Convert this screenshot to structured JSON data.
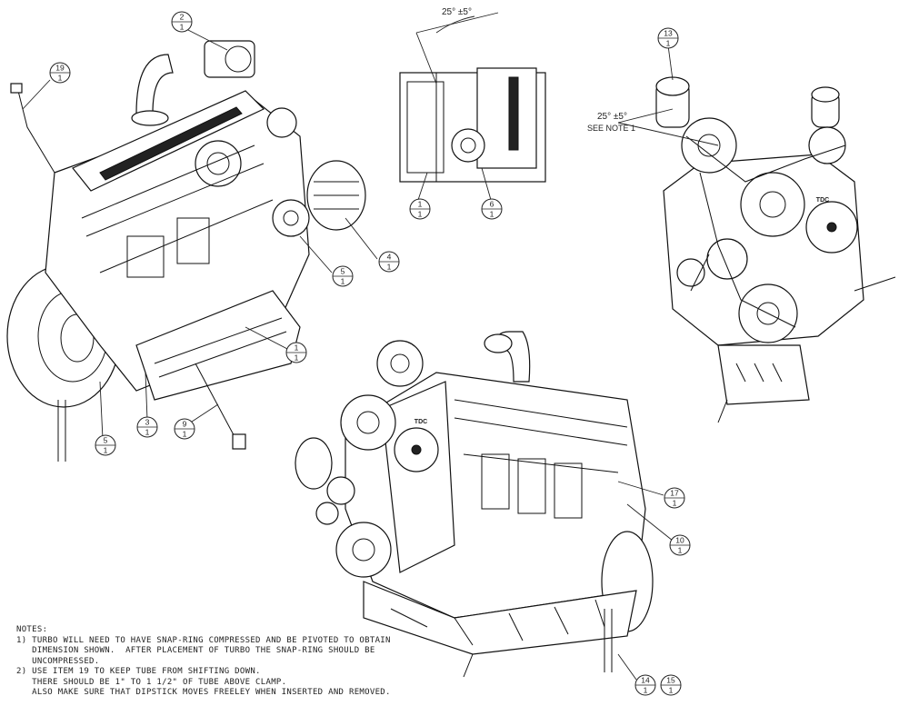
{
  "balloons": [
    {
      "id": "b2",
      "item": "2",
      "qty": "1"
    },
    {
      "id": "b19",
      "item": "19",
      "qty": "1"
    },
    {
      "id": "b4",
      "item": "4",
      "qty": "1"
    },
    {
      "id": "b5a",
      "item": "5",
      "qty": "1"
    },
    {
      "id": "b1a",
      "item": "1",
      "qty": "1"
    },
    {
      "id": "b5b",
      "item": "5",
      "qty": "1"
    },
    {
      "id": "b3",
      "item": "3",
      "qty": "1"
    },
    {
      "id": "b9",
      "item": "9",
      "qty": "1"
    },
    {
      "id": "b1b",
      "item": "1",
      "qty": "1"
    },
    {
      "id": "b6",
      "item": "6",
      "qty": "1"
    },
    {
      "id": "b13",
      "item": "13",
      "qty": "1"
    },
    {
      "id": "b17",
      "item": "17",
      "qty": "1"
    },
    {
      "id": "b10",
      "item": "10",
      "qty": "1"
    },
    {
      "id": "b14",
      "item": "14",
      "qty": "1"
    },
    {
      "id": "b15",
      "item": "15",
      "qty": "1"
    }
  ],
  "dimensions": {
    "top_angle": "25° ±5°",
    "right_angle": "25° ±5°",
    "right_see_note": "SEE NOTE 1"
  },
  "labels": {
    "tdc_a": "TDC",
    "tdc_b": "TDC"
  },
  "notes": {
    "heading": "NOTES:",
    "lines": [
      "1) TURBO WILL NEED TO HAVE SNAP-RING COMPRESSED AND BE PIVOTED TO OBTAIN",
      "   DIMENSION SHOWN.  AFTER PLACEMENT OF TURBO THE SNAP-RING SHOULD BE",
      "   UNCOMPRESSED.",
      "2) USE ITEM 19 TO KEEP TUBE FROM SHIFTING DOWN.",
      "   THERE SHOULD BE 1\" TO 1 1/2\" OF TUBE ABOVE CLAMP.",
      "   ALSO MAKE SURE THAT DIPSTICK MOVES FREELEY WHEN INSERTED AND REMOVED."
    ]
  }
}
